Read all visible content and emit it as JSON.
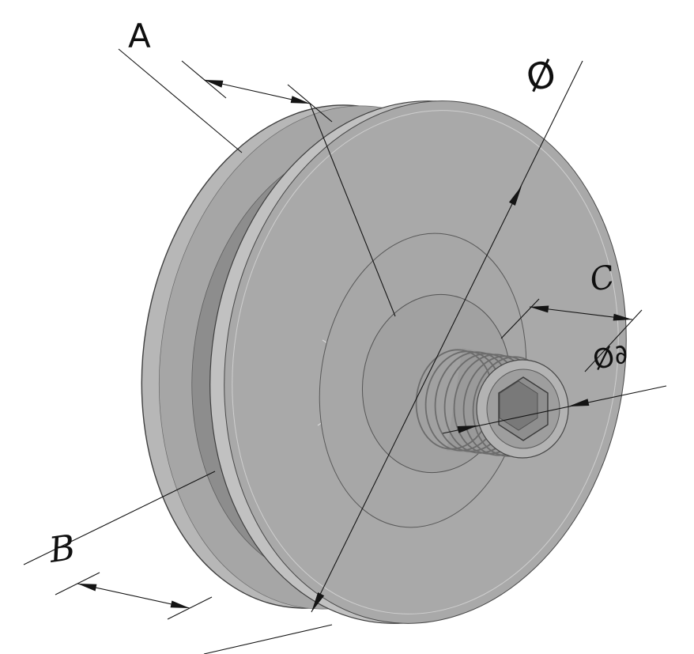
{
  "drawing": {
    "kind": "isometric-cad-drawing",
    "subject": "grooved pulley with threaded stud and hex socket",
    "labels": {
      "dim_a": "A",
      "dim_diameter": "Ø",
      "dim_c": "C",
      "dim_stud_diameter": "Ø∂",
      "dim_b": "B"
    },
    "colors": {
      "background": "#ffffff",
      "body": "#a9a9a9",
      "rim_highlight": "#c1c1c1",
      "rear_rim": "#b7b7b7",
      "rear_face": "#a6a6a6",
      "groove": "#8d8d8d",
      "hub": "#a7a7a7",
      "boss": "#a1a1a1",
      "stud_body": "#9a9a9a",
      "stud_face": "#b3b3b3",
      "stud_chamfer": "#9e9e9e",
      "socket": "#8e8e8e",
      "socket_depth": "#797979",
      "line": "#141414"
    }
  }
}
